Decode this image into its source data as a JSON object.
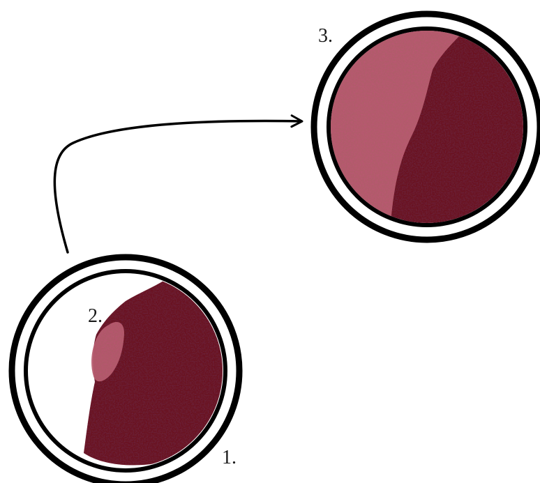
{
  "steps": [
    {
      "label": "1."
    },
    {
      "label": "2."
    },
    {
      "label": "3."
    }
  ],
  "colors": {
    "outline": "#000000",
    "tissue_dark": "#6b1724",
    "tissue_light": "#b5606e",
    "tissue_light_overlay": "#d89aa4",
    "background": "#ffffff"
  },
  "icons": {
    "connector": "curved-arrow-icon"
  }
}
